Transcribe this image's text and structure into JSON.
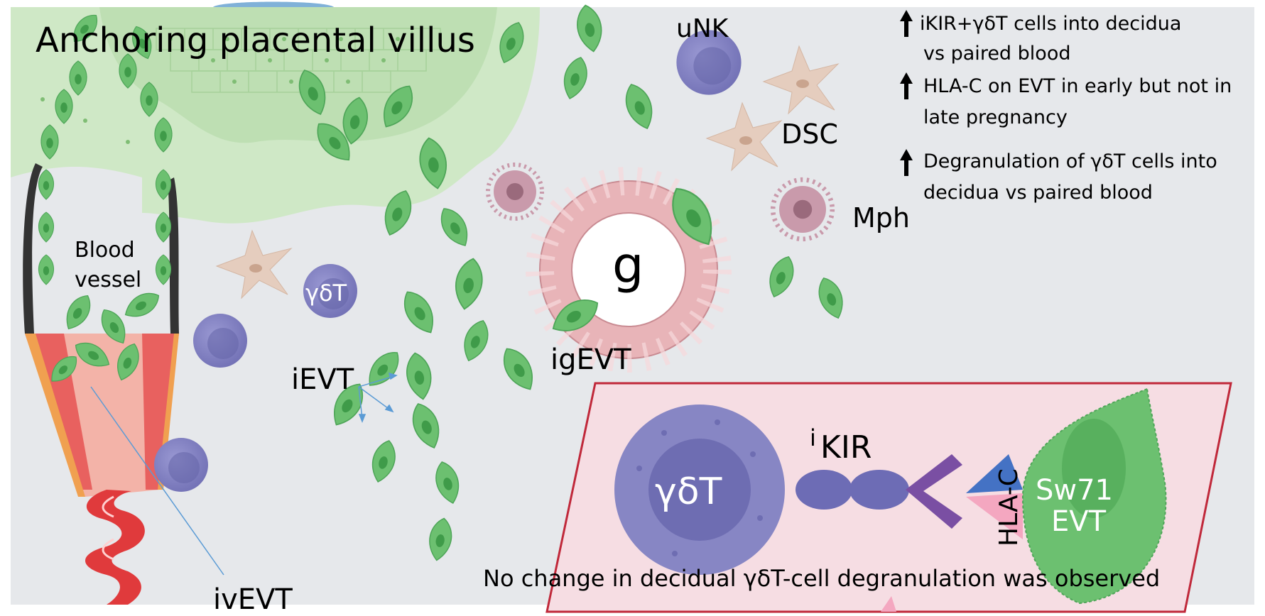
{
  "labels": {
    "title": "Anchoring placental villus",
    "unk": "uNK",
    "dsc": "DSC",
    "mph": "Mph",
    "blood_vessel_line1": "Blood",
    "blood_vessel_line2": "vessel",
    "gdt_small": "γδT",
    "gland": "g",
    "igevt": "igEVT",
    "ievt": "iEVT",
    "ivevt": "ivEVT"
  },
  "findings": [
    {
      "line1": " iKIR+γδT cells into decidua",
      "line2": "vs paired blood"
    },
    {
      "line1": "HLA-C on EVT in early but not in",
      "line2": "late pregnancy"
    },
    {
      "line1": "Degranulation of γδT cells into",
      "line2": "decidua vs paired blood"
    }
  ],
  "inset": {
    "gdt": "γδT",
    "ikir_prefix": "i",
    "ikir": "KIR",
    "hlac": "HLA-C",
    "evt_line1": "Sw71",
    "evt_line2": "EVT",
    "caption": "No change in decidual γδT-cell degranulation was observed"
  },
  "colors": {
    "background": "#e6e8eb",
    "villus": "#cfe8c6",
    "evt_green": "#6cc070",
    "evt_dark": "#3f9b49",
    "nk_purple": "#7f7ec0",
    "dsc_tan": "#e5cdbe",
    "mph_mauve": "#b58a99",
    "gland_pink": "#e8b4b8",
    "inset_pink": "#f6dde3",
    "inset_border": "#c0283a",
    "vessel_red": "#e8615f",
    "arrow_blue": "#5b9bd5",
    "hla_blue": "#4472c4",
    "hla_pink": "#f4a7c0"
  },
  "icons": [
    "up-arrow-icon",
    "cell-shape",
    "leaf-cell-shape"
  ]
}
